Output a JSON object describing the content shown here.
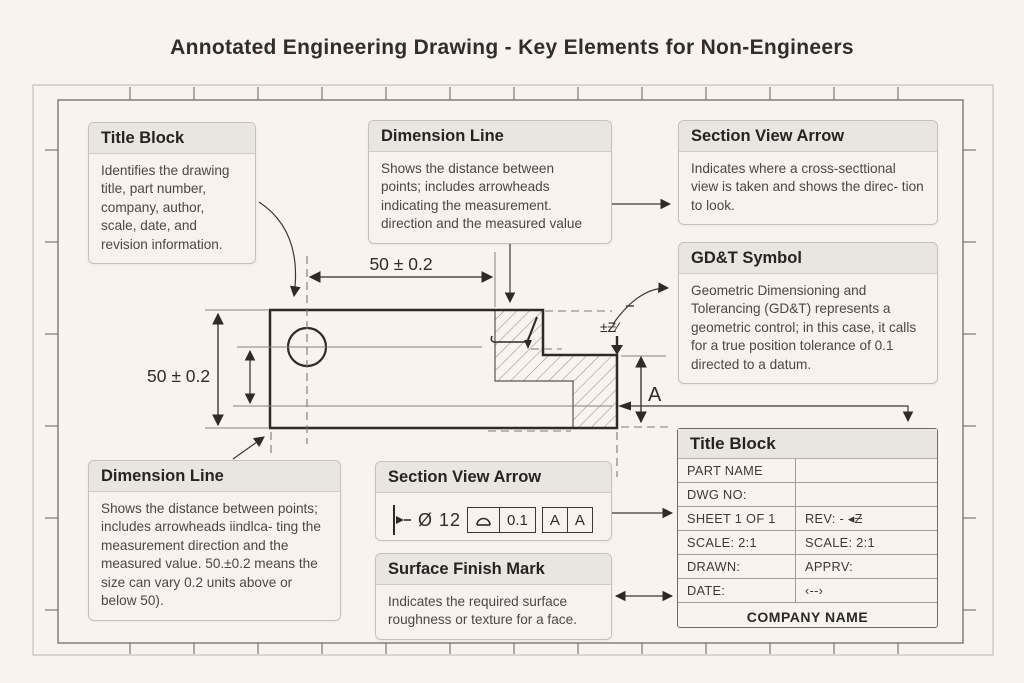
{
  "page": {
    "title": "Annotated Engineering Drawing - Key Elements for Non-Engineers"
  },
  "callouts": {
    "title_block": {
      "title": "Title Block",
      "body": "Identifies the drawing title, part number, company, author, scale, date, and revision information."
    },
    "dimension_line_top": {
      "title": "Dimension Line",
      "body": "Shows the distance between points; includes arrowheads indicating the measurement. direction and the measured value"
    },
    "section_view_arrow_top": {
      "title": "Section View Arrow",
      "body": "Indicates where a cross-secttional view is taken and shows the direc- tion to look."
    },
    "gdt": {
      "title": "GD&T Symbol",
      "body": "Geometric Dimensioning and Tolerancing (GD&T) represents a geometric control; in this case, it calls for a true position tolerance of 0.1 directed to a datum."
    },
    "dimension_line_bottom": {
      "title": "Dimension Line",
      "body": "Shows the distance between points; includes arrowheads iindlca- ting the measurement direction and the measured value. 50.±0.2 means the size can vary 0.2 units above or below 50)."
    },
    "section_view_arrow_bottom": {
      "title": "Section View Arrow",
      "diameter": "Ø 12",
      "tolerance": "0.1",
      "datum_a": "A",
      "datum_b": "A"
    },
    "surface_finish": {
      "title": "Surface Finish Mark",
      "body": "Indicates the required surface roughness or texture for a face."
    }
  },
  "drawing": {
    "dim_width": "50 ± 0.2",
    "dim_height": "50 ± 0.2",
    "datum_label": "A",
    "gdt_mark": "±Ƶ∕"
  },
  "title_block_table": {
    "title": "Title Block",
    "company": "COMPANY NAME",
    "rows": [
      {
        "left": "PART NAME",
        "right": ""
      },
      {
        "left": "DWG NO:",
        "right": ""
      },
      {
        "left": "SHEET 1 OF 1",
        "right": "REV: - ◂Ƶ"
      },
      {
        "left": "SCALE: 2:1",
        "right": "SCALE: 2:1"
      },
      {
        "left": "DRAWN:",
        "right": "APPRV:"
      },
      {
        "left": "DATE:",
        "right": "‹--›"
      }
    ]
  }
}
